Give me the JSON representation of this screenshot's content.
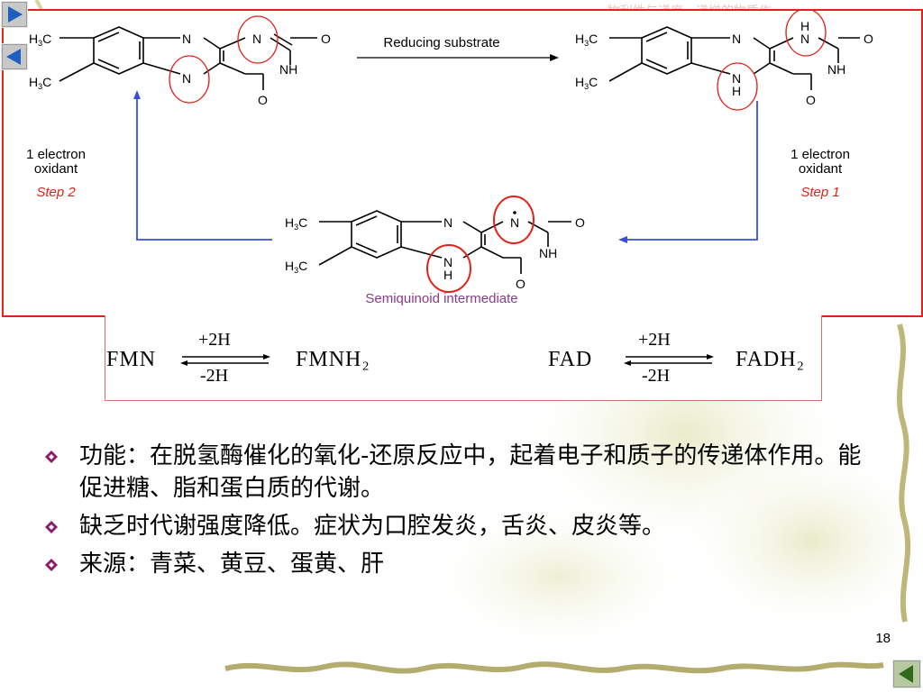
{
  "slide": {
    "page_number": "18",
    "faint_header": "…物利性与递度…递增的物质作"
  },
  "nav": {
    "next_icon": "triangle-right-icon",
    "prev_icon": "triangle-left-icon",
    "back_icon": "triangle-left-icon"
  },
  "reaction": {
    "arrow_label": "Reducing substrate",
    "left_oxidant": "1 electron\noxidant",
    "left_oxidant_l1": "1 electron",
    "left_oxidant_l2": "oxidant",
    "left_step": "Step 2",
    "right_oxidant_l1": "1 electron",
    "right_oxidant_l2": "oxidant",
    "right_step": "Step 1",
    "intermediate_label": "Semiquinoid intermediate",
    "atoms": {
      "h3c": "H",
      "sub3": "3",
      "c": "C",
      "n": "N",
      "nh": "NH",
      "o": "O",
      "h": "H"
    }
  },
  "equations": {
    "fmn": "FMN",
    "fmn_plus": "+2H",
    "fmn_minus": "-2H",
    "fmnh2": "FMNH₂",
    "fad": "FAD",
    "fad_plus": "+2H",
    "fad_minus": "-2H",
    "fadh2": "FADH₂"
  },
  "bullets": [
    "功能：在脱氢酶催化的氧化-还原反应中，起着电子和质子的传递体作用。能促进糖、脂和蛋白质的代谢。",
    "缺乏时代谢强度降低。症状为口腔发炎，舌炎、皮炎等。",
    "来源：青菜、黄豆、蛋黄、肝"
  ],
  "colors": {
    "frame_red": "#e2231a",
    "circle_red": "#e2231a",
    "cycle_blue": "#3a4fd8",
    "step_red": "#e2231a",
    "intermediate_purple": "#8a3a8a",
    "bullet_purple": "#8b1a6b",
    "vine_green": "#9aa04a"
  }
}
